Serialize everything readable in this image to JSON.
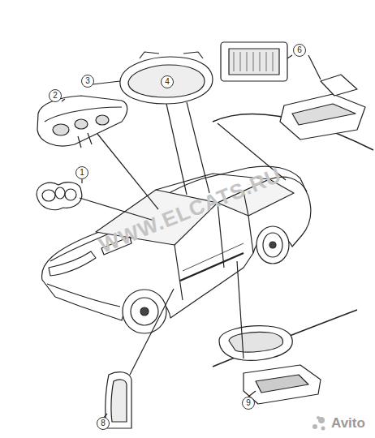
{
  "diagram": {
    "nodes": [
      {
        "text": [
          "1"
        ]
      },
      {
        "text": [
          "2"
        ]
      },
      {
        "text": [
          "3"
        ]
      },
      {
        "text": [
          "4"
        ]
      },
      {
        "text": [
          "6"
        ]
      },
      {
        "text": [
          "8"
        ]
      },
      {
        "text": [
          "9"
        ]
      }
    ],
    "labels": [
      "WWW.ELCATS.RU",
      "Avito"
    ]
  }
}
